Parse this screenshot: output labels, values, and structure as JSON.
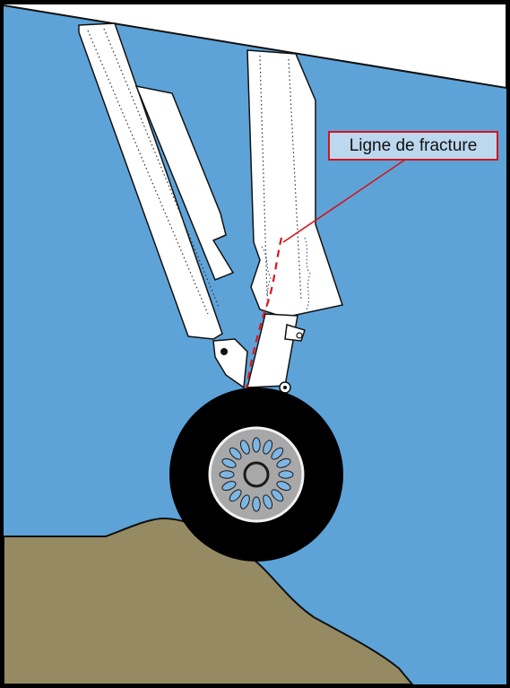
{
  "colors": {
    "sky": "#5ea3d8",
    "ground": "#958a62",
    "fuselage": "#ffffff",
    "strut": "#ffffff",
    "outline": "#111111",
    "tire": "#000000",
    "hub": "#a8a8a8",
    "hub_slot": "#7eb6e3",
    "fracture": "#e0141b",
    "callout_bg": "#bcd8ef",
    "callout_border": "#d4141b"
  },
  "icons": [
    "landing-gear-diagram",
    "wheel-icon",
    "fracture-line"
  ],
  "callout": {
    "label": "Ligne de fracture"
  }
}
